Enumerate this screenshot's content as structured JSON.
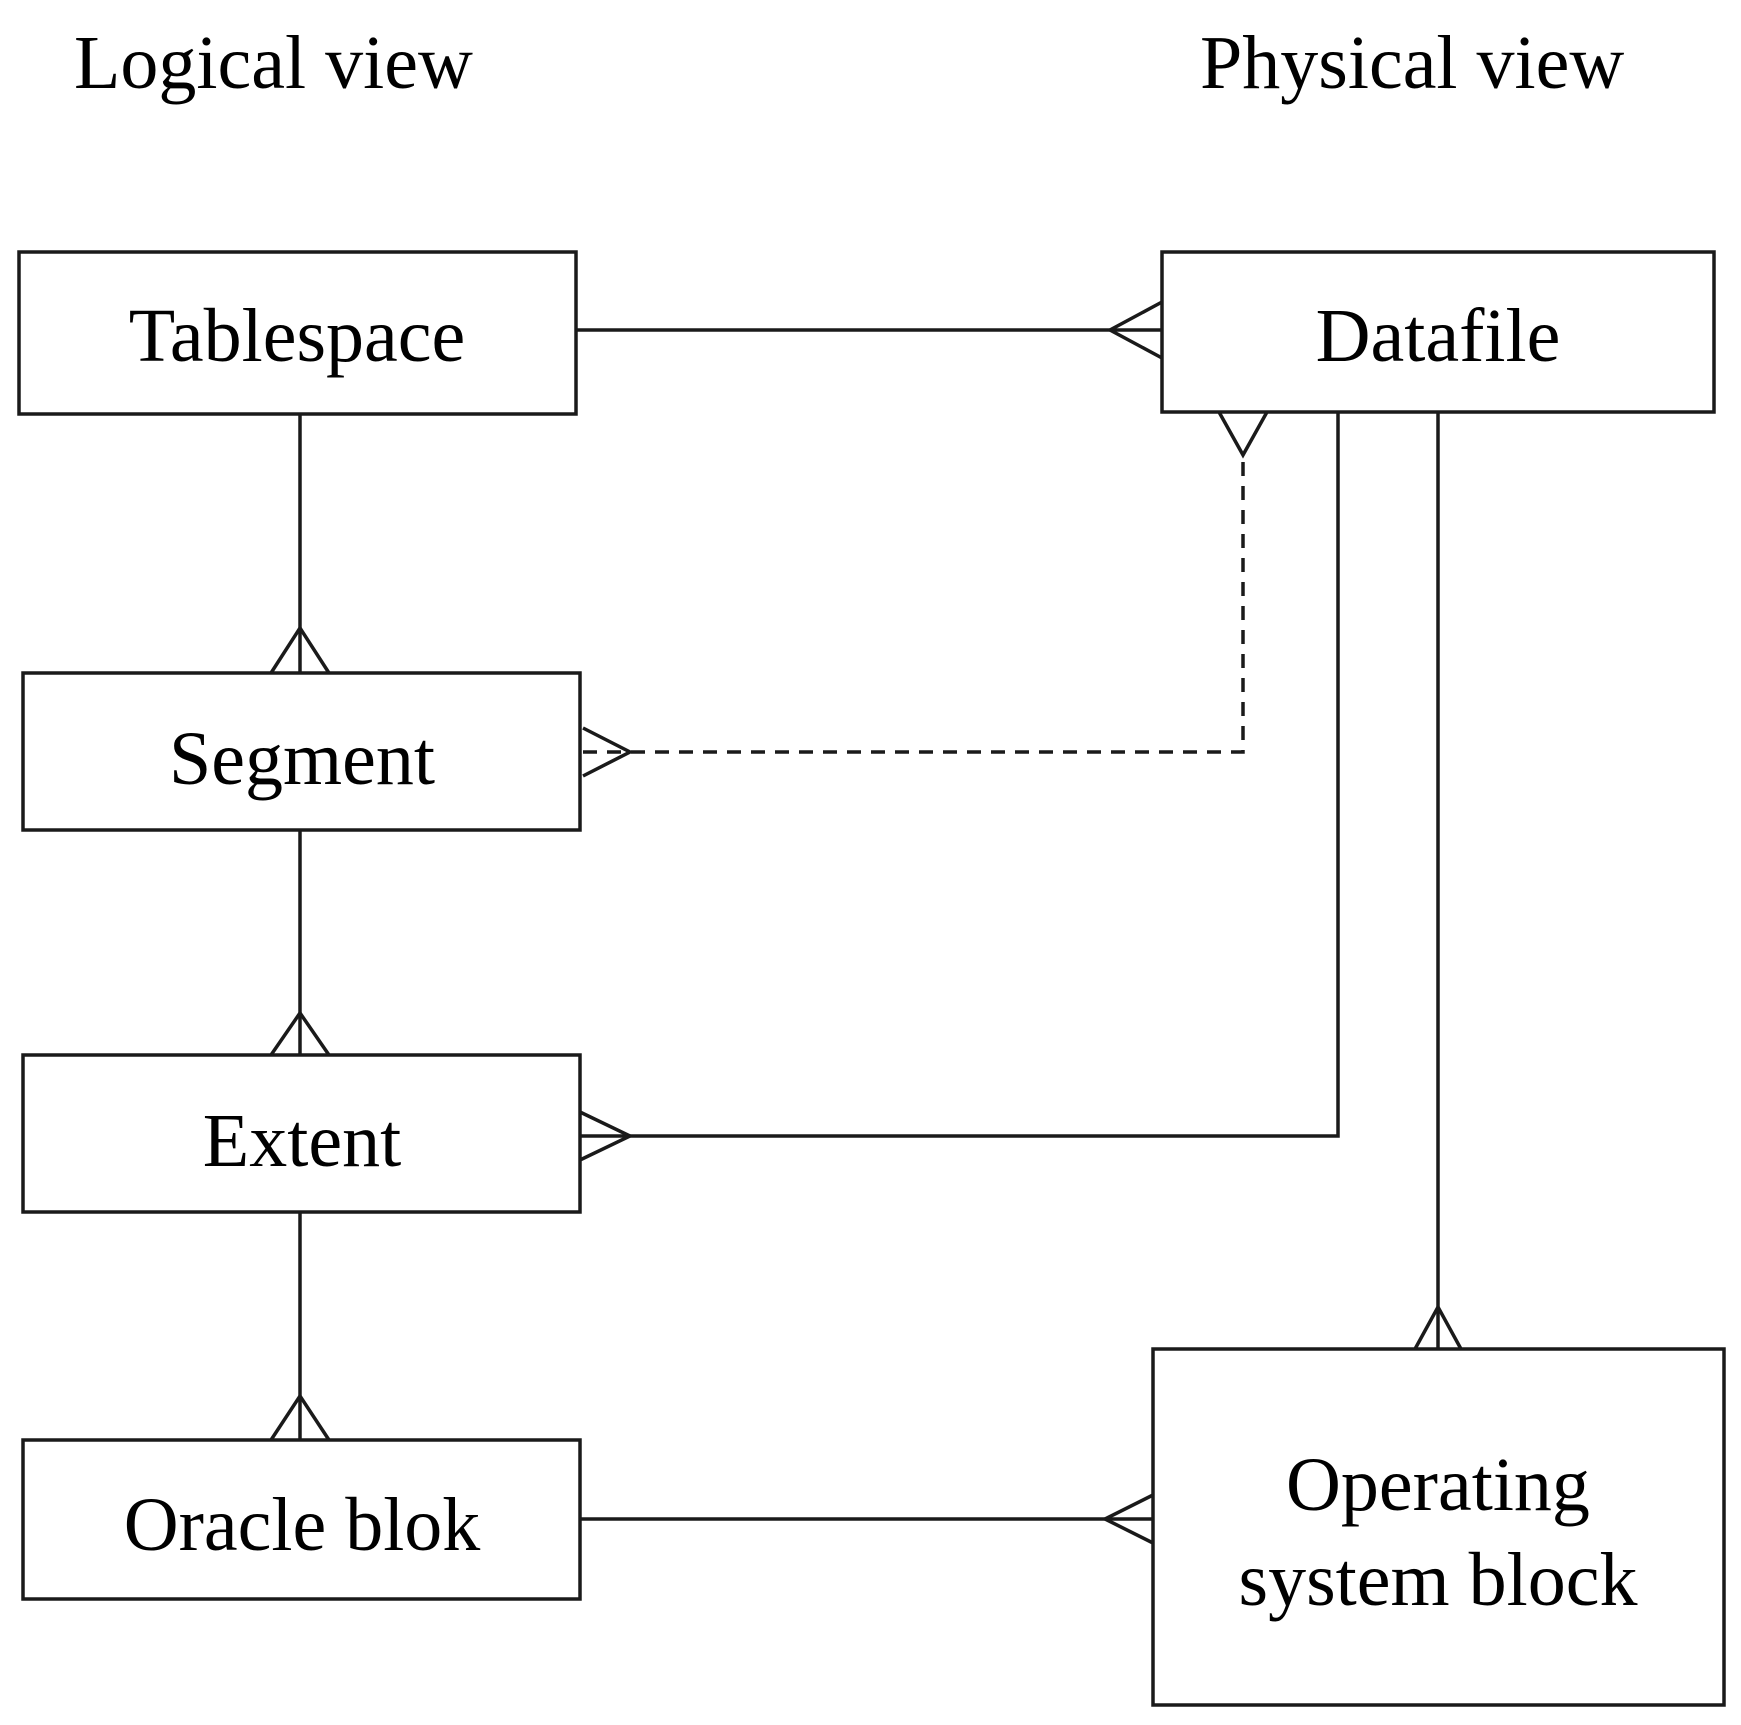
{
  "headings": {
    "logical": "Logical view",
    "physical": "Physical view"
  },
  "entities": {
    "tablespace": "Tablespace",
    "datafile": "Datafile",
    "segment": "Segment",
    "extent": "Extent",
    "oracle_block": "Oracle blok",
    "os_block_line1": "Operating",
    "os_block_line2": "system block"
  },
  "relationships": [
    {
      "from": "Tablespace",
      "to": "Datafile",
      "cardinality": "one-to-many",
      "style": "solid"
    },
    {
      "from": "Tablespace",
      "to": "Segment",
      "cardinality": "one-to-many",
      "style": "solid"
    },
    {
      "from": "Segment",
      "to": "Extent",
      "cardinality": "one-to-many",
      "style": "solid"
    },
    {
      "from": "Extent",
      "to": "Oracle blok",
      "cardinality": "one-to-many",
      "style": "solid"
    },
    {
      "from": "Datafile",
      "to": "Extent",
      "cardinality": "one-to-many",
      "style": "solid"
    },
    {
      "from": "Datafile",
      "to": "Operating system block",
      "cardinality": "one-to-many",
      "style": "solid"
    },
    {
      "from": "Oracle blok",
      "to": "Operating system block",
      "cardinality": "one-to-many",
      "style": "solid"
    },
    {
      "from": "Segment",
      "to": "Datafile",
      "cardinality": "many-to-many",
      "style": "dashed"
    }
  ]
}
